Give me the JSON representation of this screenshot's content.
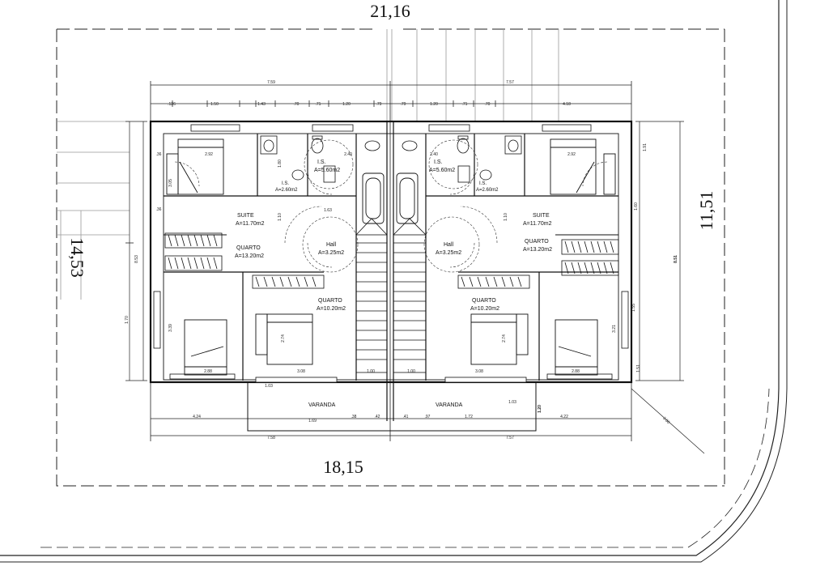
{
  "lot": {
    "top_width": "21,16",
    "bottom_width": "18,15",
    "left_depth": "14,53",
    "right_depth": "11,51"
  },
  "dimensions": {
    "overall_top_left": "7.59",
    "overall_top_right": "7.57",
    "overall_bottom_left": "7.58",
    "overall_bottom_right": "7.57",
    "depth_left": "8.53",
    "depth_right": "8.51",
    "top_chain": [
      ".126",
      "1.50",
      "1.43",
      ".70",
      ".71",
      "1.20",
      ".79",
      ".79",
      "1.20",
      ".71",
      ".70",
      "4.18"
    ],
    "bottom_chain": [
      "4.24",
      "1.69",
      ".38",
      ".42",
      ".41",
      ".97",
      "1.72",
      "4.22"
    ],
    "bottom_inner_left": [
      "1.03",
      "3.08",
      "1.00"
    ],
    "bottom_inner_right": [
      "1.00",
      "3.08",
      "1.03"
    ],
    "veranda_depth": "1.20",
    "corner_diag": "3.00",
    "left_side": [
      "1.70",
      "3.39"
    ],
    "right_side": [
      "1.91",
      "1.60",
      "1.55",
      "3.21",
      "1.51"
    ],
    "room_widths": [
      "2.92",
      "2.40",
      "2.40",
      "2.92",
      "1.63",
      "2.88",
      "2.88",
      "1.80",
      "1.10",
      "1.10",
      "2.74",
      "2.74",
      ".36",
      ".36",
      "3.05"
    ]
  },
  "rooms": {
    "suite_l": {
      "name": "SUITE",
      "area": "A=11.70m2"
    },
    "suite_r": {
      "name": "SUITE",
      "area": "A=11.70m2"
    },
    "is_l": {
      "name": "I.S.",
      "area": "A=5.60m2"
    },
    "is_r": {
      "name": "I.S.",
      "area": "A=5.60m2"
    },
    "wc_l": {
      "name": "I.S.",
      "area": "A=2.60m2"
    },
    "wc_r": {
      "name": "I.S.",
      "area": "A=2.60m2"
    },
    "hall_l": {
      "name": "Hall",
      "area": "A=3.25m2"
    },
    "hall_r": {
      "name": "Hall",
      "area": "A=3.25m2"
    },
    "quarto1_l": {
      "name": "QUARTO",
      "area": "A=13.20m2"
    },
    "quarto1_r": {
      "name": "QUARTO",
      "area": "A=13.20m2"
    },
    "quarto2_l": {
      "name": "QUARTO",
      "area": "A=10.20m2"
    },
    "quarto2_r": {
      "name": "QUARTO",
      "area": "A=10.20m2"
    },
    "varanda_l": "VARANDA",
    "varanda_r": "VARANDA"
  },
  "colors": {
    "line": "#111111",
    "background": "#ffffff"
  }
}
